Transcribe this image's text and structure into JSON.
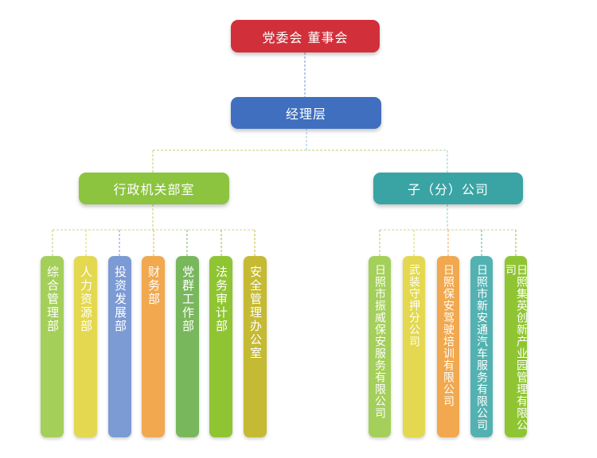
{
  "root": {
    "label": "党委会 董事会",
    "color": "#d1303a"
  },
  "manager": {
    "label": "经理层",
    "color": "#3f6fbe"
  },
  "branches": {
    "admin": {
      "label": "行政机关部室",
      "color": "#8cc43f"
    },
    "subs": {
      "label": "子（分）公司",
      "color": "#3aa3a4"
    }
  },
  "departments": [
    {
      "label": "综合管理部",
      "color": "#a4cf5a"
    },
    {
      "label": "人力资源部",
      "color": "#e3d84f"
    },
    {
      "label": "投资发展部",
      "color": "#7c9ad4"
    },
    {
      "label": "财务部",
      "color": "#f1a84e"
    },
    {
      "label": "党群工作部",
      "color": "#79b75c"
    },
    {
      "label": "法务审计部",
      "color": "#8fc532"
    },
    {
      "label": "安全管理办公室",
      "color": "#c5ba33"
    }
  ],
  "companies": [
    {
      "label": "日照市振威保安服务有限公司",
      "color": "#a4cf5a"
    },
    {
      "label": "武装守押分公司",
      "color": "#e3d84f"
    },
    {
      "label": "日照保安驾驶培训有限公司",
      "color": "#f1a84e"
    },
    {
      "label": "日照市新安通汽车服务有限公司",
      "color": "#53b2b1"
    },
    {
      "label": "日照集英创新产业园管理有限公司",
      "color": "#8fc532"
    }
  ],
  "connector_color": "#b8d27a"
}
